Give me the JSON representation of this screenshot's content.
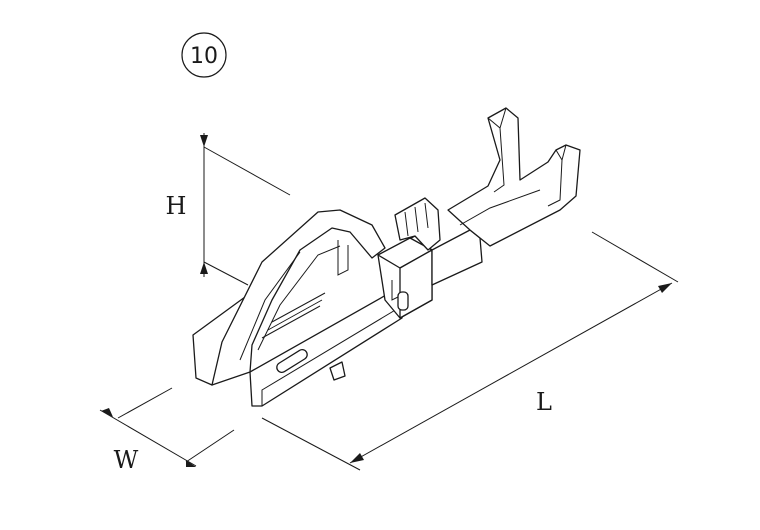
{
  "figure": {
    "number_label": "10",
    "dimensions": {
      "height_label": "H",
      "width_label": "W",
      "length_label": "L"
    }
  }
}
